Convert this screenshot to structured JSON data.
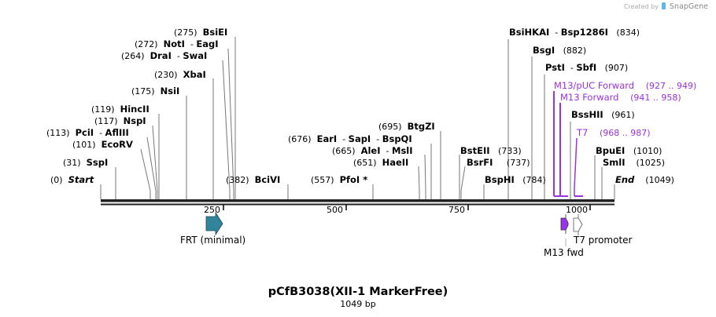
{
  "branding": {
    "created_by": "Created by",
    "brand": "SnapGene"
  },
  "map": {
    "name": "pCfB3038(XII-1 MarkerFree)",
    "length_label": "1049 bp",
    "length_bp": 1049,
    "backbone_color": "#222222",
    "ticks": [
      "250",
      "500",
      "750",
      "1000"
    ]
  },
  "sites_left": [
    {
      "pos": "(275)",
      "names": [
        "BsiEI"
      ]
    },
    {
      "pos": "(272)",
      "names": [
        "NotI",
        "EagI"
      ]
    },
    {
      "pos": "(264)",
      "names": [
        "DraI",
        "SwaI"
      ]
    },
    {
      "pos": "(230)",
      "names": [
        "XbaI"
      ]
    },
    {
      "pos": "(175)",
      "names": [
        "NsiI"
      ]
    },
    {
      "pos": "(119)",
      "names": [
        "HincII"
      ]
    },
    {
      "pos": "(117)",
      "names": [
        "NspI"
      ]
    },
    {
      "pos": "(113)",
      "names": [
        "PciI",
        "AflIII"
      ]
    },
    {
      "pos": "(101)",
      "names": [
        "EcoRV"
      ]
    },
    {
      "pos": "(31)",
      "names": [
        "SspI"
      ]
    },
    {
      "pos": "(0)",
      "names": [
        "Start"
      ]
    }
  ],
  "sites_middle": [
    {
      "pos": "(382)",
      "names": [
        "BciVI"
      ]
    },
    {
      "pos": "(557)",
      "names": [
        "PfoI *"
      ]
    },
    {
      "pos": "(695)",
      "names": [
        "BtgZI"
      ]
    },
    {
      "pos": "(676)",
      "names": [
        "EarI",
        "SapI",
        "BspQI"
      ]
    },
    {
      "pos": "(665)",
      "names": [
        "AleI",
        "MslI"
      ]
    },
    {
      "pos": "(651)",
      "names": [
        "HaeII"
      ]
    }
  ],
  "sites_right": [
    {
      "pos": "(834)",
      "names": [
        "BsiHKAI",
        "Bsp1286I"
      ]
    },
    {
      "pos": "(882)",
      "names": [
        "BsgI"
      ]
    },
    {
      "pos": "(907)",
      "names": [
        "PstI",
        "SbfI"
      ]
    },
    {
      "pos": "(961)",
      "names": [
        "BssHII"
      ]
    },
    {
      "pos": "(733)",
      "names": [
        "BstEII"
      ]
    },
    {
      "pos": "(737)",
      "names": [
        "BsrFI"
      ]
    },
    {
      "pos": "(784)",
      "names": [
        "BspHI"
      ]
    },
    {
      "pos": "(1010)",
      "names": [
        "BpuEI"
      ]
    },
    {
      "pos": "(1025)",
      "names": [
        "SmlI"
      ]
    },
    {
      "pos": "(1049)",
      "names": [
        "End"
      ]
    }
  ],
  "primers": [
    {
      "name": "M13/pUC Forward",
      "range": "(927 .. 949)",
      "color": "#9933dd"
    },
    {
      "name": "M13 Forward",
      "range": "(941 .. 958)",
      "color": "#9933dd"
    },
    {
      "name": "T7",
      "range": "(968 .. 987)",
      "color": "#9933dd"
    }
  ],
  "features": [
    {
      "name": "FRT (minimal)",
      "color": "#31849b",
      "direction": "forward"
    },
    {
      "name": "M13 fwd",
      "color": "#9933ee",
      "direction": "forward"
    },
    {
      "name": "T7 promoter",
      "color": "#ffffff",
      "direction": "forward"
    }
  ]
}
